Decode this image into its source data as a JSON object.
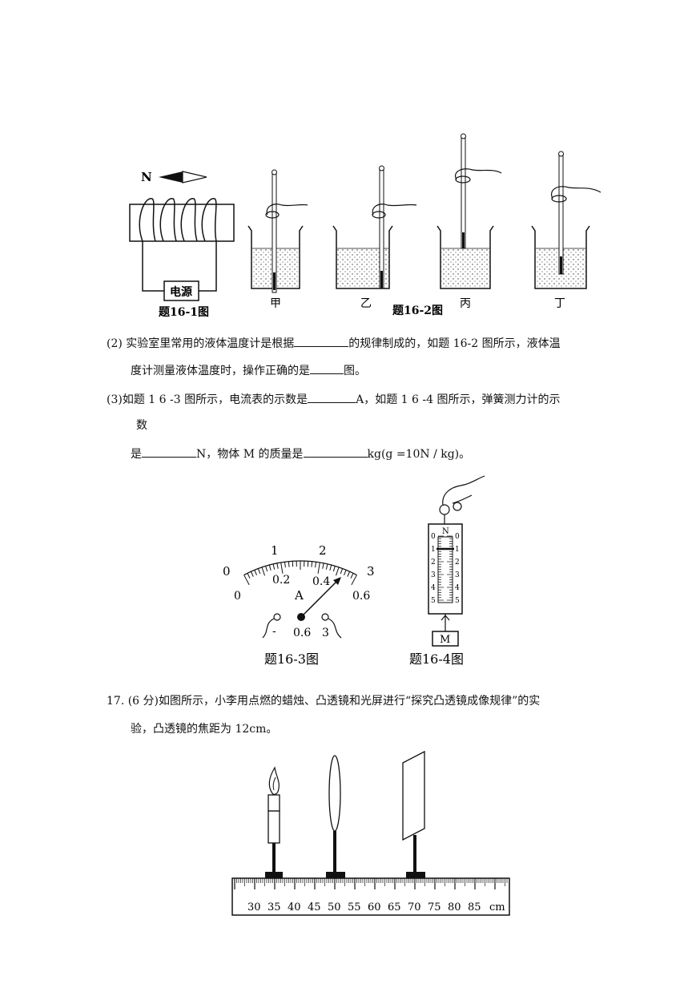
{
  "figure_16_1": {
    "compass_label": "N",
    "power_label": "电源",
    "caption": "题16-1图"
  },
  "figure_16_2": {
    "beaker_labels": [
      "甲",
      "乙",
      "丙",
      "丁"
    ],
    "caption": "题16-2图"
  },
  "question_2": {
    "line1_a": "(2)  实验室里常用的液体温度计是根据",
    "line1_b": "的规律制成的，如题 16-2 图所示，液体温",
    "line2_a": "度计测量液体温度时，操作正确的是",
    "line2_b": "图。"
  },
  "question_3": {
    "line1_a": "(3)如题 1 6 -3 图所示，电流表的示数是",
    "line1_b": "A，如题 1 6 -4 图所示，弹簧测力计的示",
    "line2": "数",
    "line3_a": "是",
    "line3_b": "N，物体 M 的质量是",
    "line3_c": "kg(g =10N / kg)。"
  },
  "figure_16_3": {
    "upper_scale": [
      "0",
      "1",
      "2",
      "3"
    ],
    "lower_scale": [
      "0",
      "0.2",
      "0.4",
      "0.6"
    ],
    "unit": "A",
    "terminals": [
      "-",
      "0.6",
      "3"
    ],
    "caption": "题16-3图"
  },
  "figure_16_4": {
    "unit": "N",
    "scale_left": [
      "0",
      "1",
      "2",
      "3",
      "4",
      "5"
    ],
    "scale_right": [
      "0",
      "1",
      "2",
      "3",
      "4",
      "5"
    ],
    "object_label": "M",
    "caption": "题16-4图"
  },
  "question_17": {
    "line1": "17.  (6 分)如图所示，小李用点燃的蜡烛、凸透镜和光屏进行“探究凸透镜成像规律”的实",
    "line2": "验，凸透镜的焦距为 12cm。"
  },
  "optical_bench": {
    "ruler_labels": [
      "30",
      "35",
      "40",
      "45",
      "50",
      "55",
      "60",
      "65",
      "70",
      "75",
      "80",
      "85"
    ],
    "unit": "cm"
  }
}
